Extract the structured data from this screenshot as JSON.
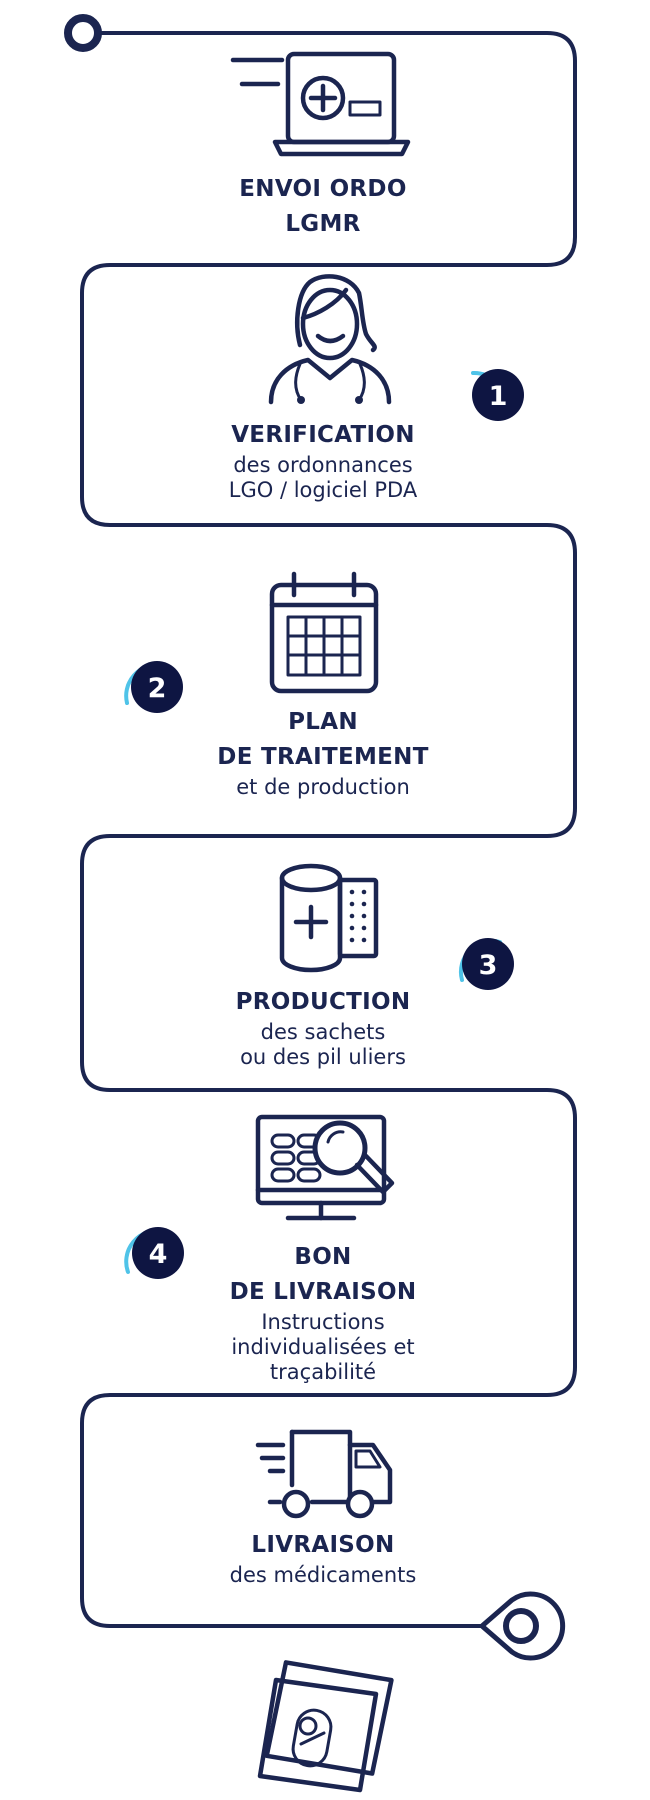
{
  "steps": [
    {
      "title_lines": [
        "ENVOI ORDO",
        "LGMR"
      ],
      "desc_lines": []
    },
    {
      "title_lines": [
        "VERIFICATION"
      ],
      "desc_lines": [
        "des ordonnances",
        "LGO / logiciel PDA"
      ]
    },
    {
      "title_lines": [
        "PLAN",
        "DE TRAITEMENT"
      ],
      "desc_lines": [
        "et de production"
      ]
    },
    {
      "title_lines": [
        "PRODUCTION"
      ],
      "desc_lines": [
        "des sachets",
        "ou des pil uliers"
      ]
    },
    {
      "title_lines": [
        "BON",
        "DE LIVRAISON"
      ],
      "desc_lines": [
        "Instructions",
        "individualisées et",
        "traçabilité"
      ]
    },
    {
      "title_lines": [
        "LIVRAISON"
      ],
      "desc_lines": [
        "des médicaments"
      ]
    }
  ],
  "badges": [
    "1",
    "2",
    "3",
    "4"
  ],
  "colors": {
    "navy": "#1b2550",
    "accent": "#4fc3e8",
    "background": "#ffffff"
  },
  "icons": [
    "laptop-prescription-icon",
    "doctor-icon",
    "calendar-icon",
    "pill-roll-icon",
    "monitor-magnifier-icon",
    "delivery-truck-icon",
    "medication-sachet-icon"
  ]
}
